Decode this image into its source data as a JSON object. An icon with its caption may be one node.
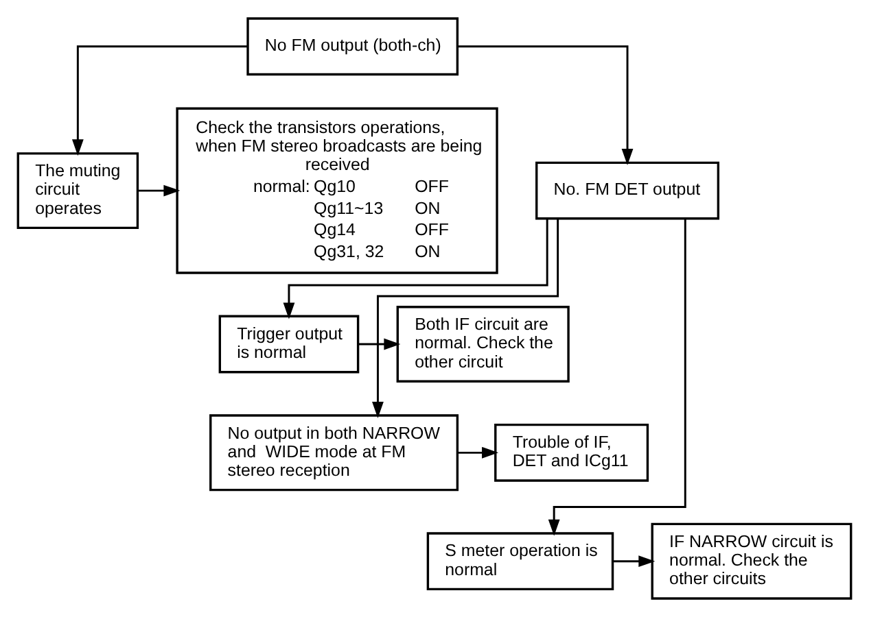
{
  "diagram": {
    "nodes": [
      {
        "text": [
          "No FM output (both-ch)"
        ]
      },
      {
        "text": [
          "The muting circuit operates"
        ]
      },
      {
        "text": [
          "Check the transistors operations, when FM stereo broadcasts are being received",
          "normal:",
          "Qg10",
          "OFF",
          "Qg11~13",
          "ON",
          "Qg14",
          "OFF",
          "Qg31, 32",
          "ON"
        ]
      },
      {
        "text": [
          "No. FM DET output"
        ]
      },
      {
        "text": [
          "Trigger output is normal"
        ]
      },
      {
        "text": [
          "Both IF circuit are normal. Check the other circuit"
        ]
      },
      {
        "text": [
          "No output in both NARROW and  WIDE mode at FM stereo reception"
        ]
      },
      {
        "text": [
          "Trouble of IF, DET and ICg11"
        ]
      },
      {
        "text": [
          "S meter operation is normal"
        ]
      },
      {
        "text": [
          "IF NARROW circuit is normal. Check the other circuits"
        ]
      }
    ],
    "edges": [
      {
        "from": 0,
        "to": 1,
        "arrow": "to"
      },
      {
        "from": 1,
        "to": 2,
        "arrow": "to"
      },
      {
        "from": 0,
        "to": 3,
        "arrow": "to"
      },
      {
        "from": 3,
        "to": 4,
        "arrow": "to"
      },
      {
        "from": 4,
        "to": 5,
        "arrow": "to"
      },
      {
        "from": 3,
        "to": 6,
        "arrow": "to"
      },
      {
        "from": 6,
        "to": 7,
        "arrow": "to"
      },
      {
        "from": 3,
        "to": 8,
        "arrow": "to"
      },
      {
        "from": 8,
        "to": 9,
        "arrow": "to"
      }
    ]
  }
}
